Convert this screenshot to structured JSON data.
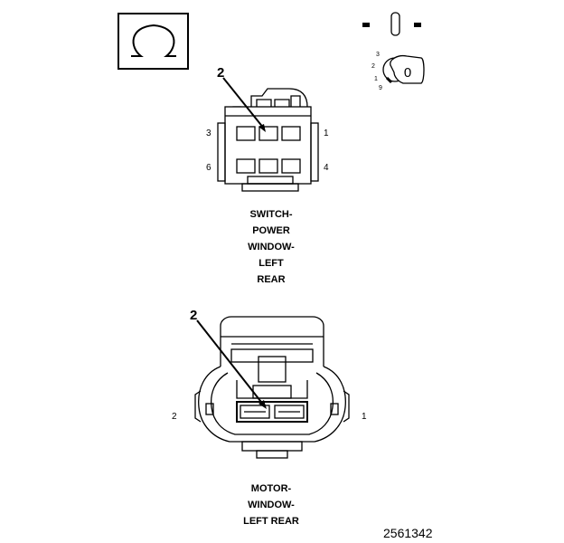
{
  "ohm_symbol": "Ω",
  "ignition": {
    "key_label": "0",
    "positions": [
      "3",
      "2",
      "1",
      "9"
    ]
  },
  "switch_connector": {
    "callout": "2",
    "pins": {
      "top_left": "3",
      "top_right": "1",
      "bottom_left": "6",
      "bottom_right": "4"
    },
    "label_lines": [
      "SWITCH-",
      "POWER",
      "WINDOW-",
      "LEFT",
      "REAR"
    ]
  },
  "motor_connector": {
    "callout": "2",
    "pins": {
      "left": "2",
      "right": "1"
    },
    "label_lines": [
      "MOTOR-",
      "WINDOW-",
      "LEFT REAR"
    ]
  },
  "figure_number": "2561342"
}
